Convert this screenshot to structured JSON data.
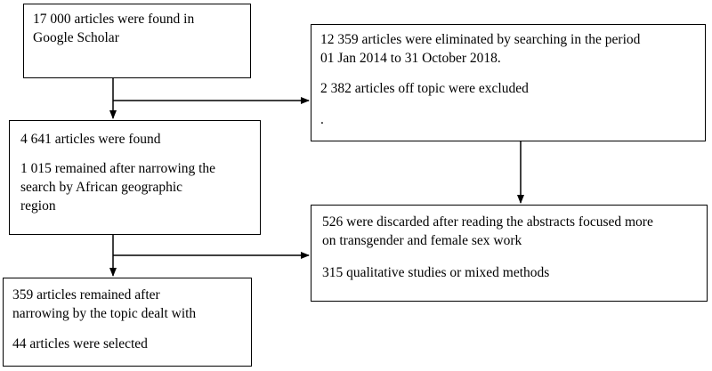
{
  "boxes": {
    "a": {
      "lines": [
        "17 000 articles were found in\nGoogle Scholar"
      ]
    },
    "b": {
      "lines": [
        "12 359 articles were eliminated by searching in the period\n01 Jan 2014 to 31 October 2018.",
        " 2 382 articles off topic were excluded",
        "."
      ]
    },
    "c": {
      "lines": [
        "4 641 articles were found",
        "1 015 remained after narrowing the\nsearch by African geographic\nregion"
      ]
    },
    "d": {
      "lines": [
        "526 were discarded after reading the abstracts focused more\non transgender and female sex work",
        "315 qualitative studies or mixed methods"
      ]
    },
    "e": {
      "lines": [
        "359 articles remained after\nnarrowing by the topic dealt with",
        "44 articles were selected"
      ]
    }
  }
}
